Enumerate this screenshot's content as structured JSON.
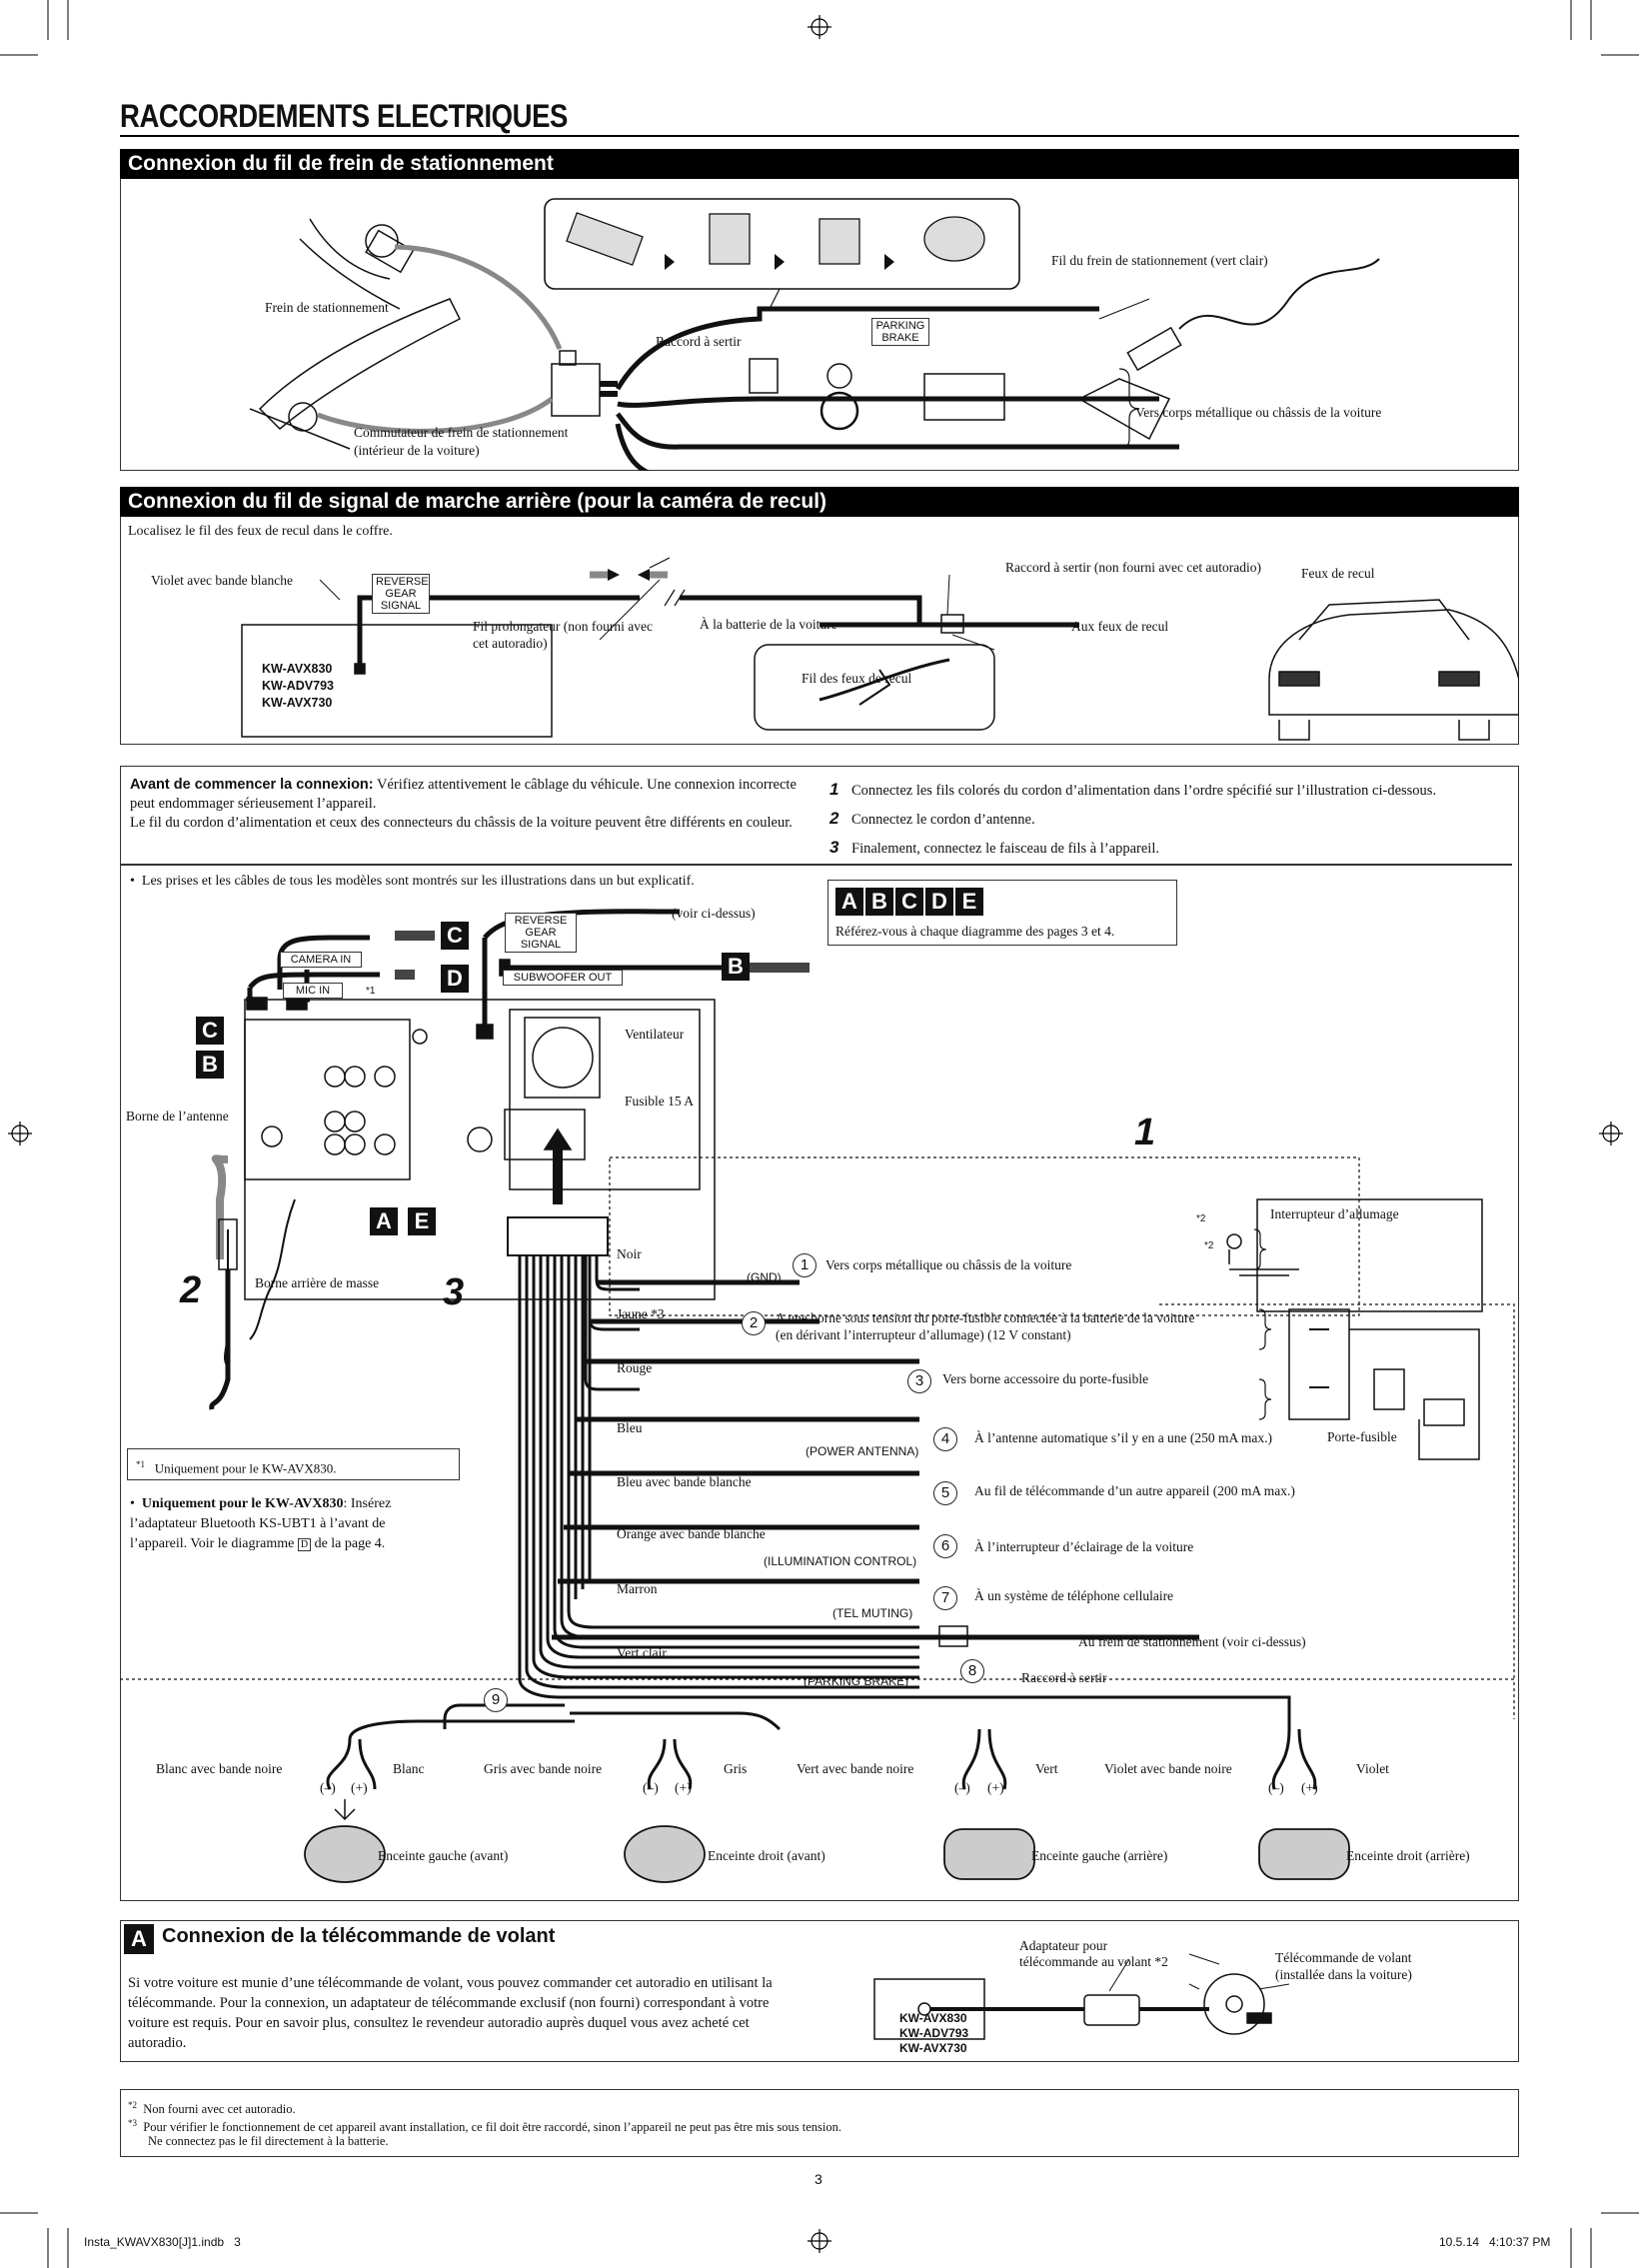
{
  "page": {
    "title": "RACCORDEMENTS ELECTRIQUES",
    "page_number": "3",
    "footer_left": "Insta_KWAVX830[J]1.indb   3",
    "footer_right": "10.5.14   4:10:37 PM"
  },
  "parking": {
    "title": "Connexion du fil de frein de stationnement",
    "frein": "Frein de stationnement",
    "raccord": "Raccord à sertir",
    "parking_brake_tag": "PARKING\nBRAKE",
    "fil": "Fil du frein de stationnement (vert clair)",
    "corps": "Vers corps métallique ou châssis de la voiture",
    "commutateur_1": "Commutateur de frein de stationnement",
    "commutateur_2": "(intérieur de la voiture)"
  },
  "reverse": {
    "title": "Connexion du fil de signal de marche arrière (pour la caméra de recul)",
    "intro": "Localisez le fil des feux de recul dans le coffre.",
    "violet": "Violet avec bande blanche",
    "signal_tag": "REVERSE\nGEAR\nSIGNAL",
    "models": [
      "KW-AVX830",
      "KW-ADV793",
      "KW-AVX730"
    ],
    "prolongateur_1": "Fil prolongateur (non fourni avec",
    "prolongateur_2": "cet autoradio)",
    "batterie": "À la batterie de la voiture",
    "raccord": "Raccord à sertir (non fourni avec cet autoradio)",
    "feux_recul": "Feux de recul",
    "aux_feux": "Aux feux de recul",
    "fil_feux": "Fil des feux de recul"
  },
  "main": {
    "avant_bold": "Avant de commencer la connexion:",
    "avant_text": " Vérifiez attentivement le câblage du véhicule. Une connexion incorrecte peut endommager sérieusement l’appareil.",
    "avant_text2": "Le fil du cordon d’alimentation et ceux des connecteurs du châssis de la voiture peuvent être différents en couleur.",
    "steps": [
      {
        "num": "1",
        "text": "Connectez les fils colorés du cordon d’alimentation dans l’ordre spécifié sur l’illustration ci-dessous."
      },
      {
        "num": "2",
        "text": "Connectez le cordon d’antenne."
      },
      {
        "num": "3",
        "text": "Finalement, connectez le faisceau de fils à l’appareil."
      }
    ],
    "bullet": "Les prises et les câbles de tous les modèles sont montrés sur les illustrations dans un but explicatif.",
    "abcde_letters": [
      "A",
      "B",
      "C",
      "D",
      "E"
    ],
    "abcde_ref": "Référez-vous à chaque diagramme des pages 3 et 4.",
    "voir_ci_dessus": "(voir ci-dessus)",
    "camera_in": "CAMERA IN",
    "mic_in": "MIC IN",
    "subwoofer_out": "SUBWOOFER OUT",
    "signal_tag": "REVERSE\nGEAR\nSIGNAL",
    "ventilateur": "Ventilateur",
    "fusible": "Fusible 15 A",
    "borne_antenne": "Borne de l’antenne",
    "borne_masse": "Borne arrière de masse",
    "note_star1_mark": "*1",
    "note_star1": "Uniquement pour le KW-AVX830.",
    "unique_bold": "Uniquement pour le KW-AVX830",
    "unique_text": ": Insérez l’adaptateur Bluetooth KS-UBT1 à l’avant de l’appareil. Voir le diagramme",
    "unique_ref": "D",
    "unique_end": " de la page 4.",
    "big_numbers": [
      "1",
      "2",
      "3"
    ],
    "interrupteur": "Interrupteur d’allumage",
    "porte_fusible": "Porte-fusible",
    "star2": "*2",
    "wires": [
      {
        "color": "Noir",
        "tag": "(GND)",
        "num": "1",
        "dest": "Vers corps métallique ou châssis de la voiture"
      },
      {
        "color": "Jaune *3",
        "tag": "",
        "num": "2",
        "dest": "A une borne sous tension du porte-fusible connectée à la batterie de la voiture\n(en dérivant l’interrupteur d’allumage) (12 V constant)"
      },
      {
        "color": "Rouge",
        "tag": "",
        "num": "3",
        "dest": "Vers borne accessoire du porte-fusible"
      },
      {
        "color": "Bleu",
        "tag": "(POWER ANTENNA)",
        "num": "4",
        "dest": "À l’antenne automatique s’il y en a une (250 mA max.)"
      },
      {
        "color": "Bleu avec bande blanche",
        "tag": "",
        "num": "5",
        "dest": "Au fil de télécommande d’un autre appareil (200 mA max.)"
      },
      {
        "color": "Orange avec bande blanche",
        "tag": "(ILLUMINATION CONTROL)",
        "num": "6",
        "dest": "À l’interrupteur d’éclairage de la voiture"
      },
      {
        "color": "Marron",
        "tag": "(TEL MUTING)",
        "num": "7",
        "dest": "À un système de téléphone cellulaire"
      },
      {
        "color": "Vert clair",
        "tag": "(PARKING BRAKE)",
        "num": "8",
        "dest": "Au frein de stationnement (voir ci-dessus)"
      }
    ],
    "raccord_sertir": "Raccord à sertir",
    "num9": "9",
    "speakers": [
      {
        "neg": "Blanc avec bande noire",
        "pos": "Blanc",
        "name": "Enceinte gauche (avant)"
      },
      {
        "neg": "Gris avec bande noire",
        "pos": "Gris",
        "name": "Enceinte droit (avant)"
      },
      {
        "neg": "Vert avec bande noire",
        "pos": "Vert",
        "name": "Enceinte gauche (arrière)"
      },
      {
        "neg": "Violet avec bande noire",
        "pos": "Violet",
        "name": "Enceinte droit (arrière)"
      }
    ],
    "minus": "(–)",
    "plus": "(+)"
  },
  "steering": {
    "letter": "A",
    "title": "Connexion de la télécommande de volant",
    "text": "Si votre voiture est munie d’une télécommande de volant, vous pouvez commander cet autoradio en utilisant la télécommande. Pour la connexion, un adaptateur de télécommande exclusif (non fourni) correspondant à votre voiture est requis. Pour en savoir plus, consultez le revendeur autoradio auprès duquel vous avez acheté cet autoradio.",
    "adaptateur_1": "Adaptateur pour",
    "adaptateur_2": "télécommande au volant *2",
    "telecommande_1": "Télécommande de volant",
    "telecommande_2": "(installée dans la voiture)",
    "models": [
      "KW-AVX830",
      "KW-ADV793",
      "KW-AVX730"
    ]
  },
  "notes": [
    {
      "mark": "*2",
      "text": "Non fourni avec cet autoradio."
    },
    {
      "mark": "*3",
      "text": "Pour vérifier le fonctionnement de cet appareil avant installation, ce fil doit être raccordé, sinon l’appareil ne peut pas être mis sous tension."
    },
    {
      "mark": "",
      "text": "Ne connectez pas le fil directement à la batterie."
    }
  ]
}
